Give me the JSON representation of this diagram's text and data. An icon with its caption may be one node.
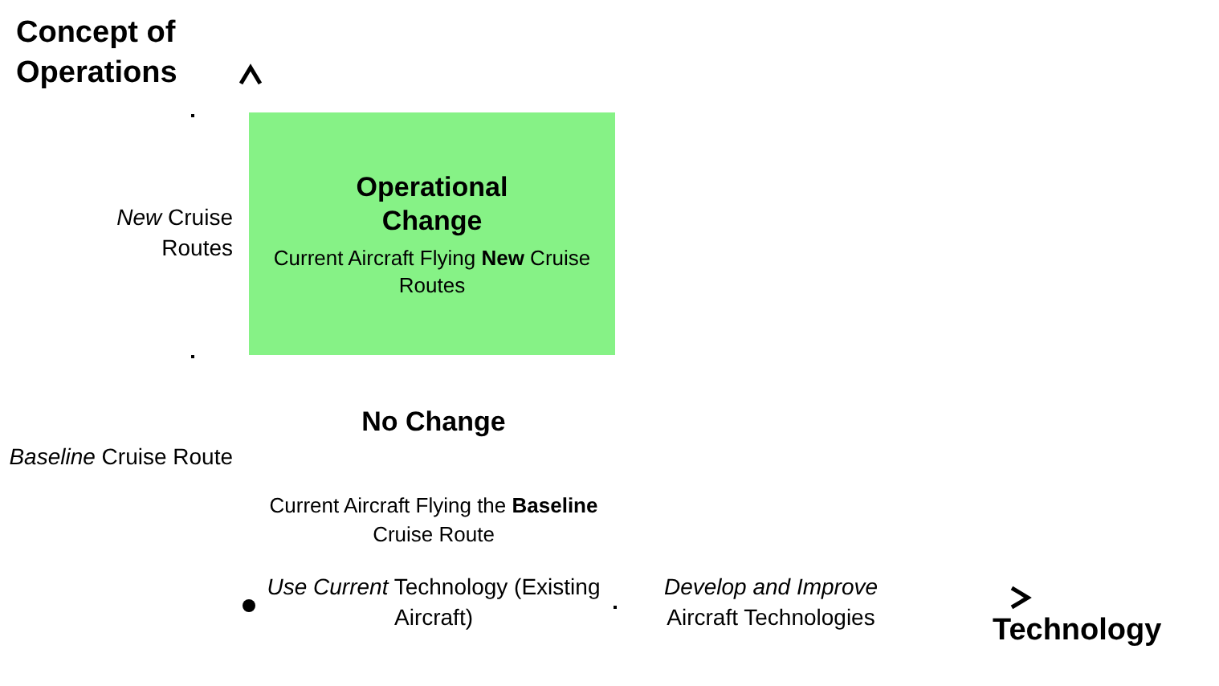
{
  "diagram": {
    "nodes": [
      {
        "text": [
          "Operational Change",
          "Current Aircraft Flying **New** Cruise Routes"
        ]
      }
    ],
    "labels": [
      "Concept of Operations",
      "*New* Cruise Routes",
      "No Change",
      "*Baseline* Cruise Route",
      "Current Aircraft Flying the **Baseline** Cruise Route",
      "*Use Current* Technology (Existing Aircraft)",
      "*Develop and Improve* Aircraft Technologies",
      "Technology"
    ]
  }
}
